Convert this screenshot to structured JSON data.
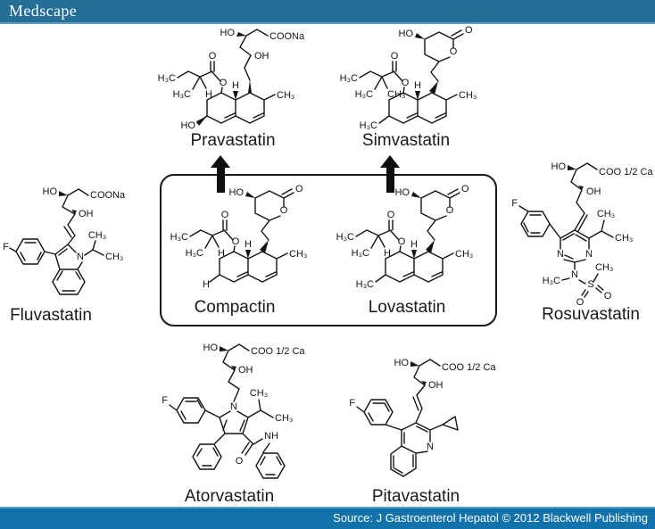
{
  "header": {
    "brand": "Medscape"
  },
  "footer": {
    "source_text": "Source: J Gastroenterol Hepatol © 2012 Blackwell Publishing"
  },
  "colors": {
    "header_bg": "#256f96",
    "footer_bg": "#1173a9",
    "footer_edge": "#51a0c6",
    "ink": "#141414"
  },
  "diagram": {
    "description_elements": [
      "rounded box groups the natural statins Compactin and Lovastatin",
      "two black up-arrows point from the box to Pravastatin and Simvastatin"
    ]
  },
  "compounds": {
    "pravastatin": {
      "name": "Pravastatin",
      "atoms": [
        "HO",
        "COONa",
        "OH",
        "O",
        "O",
        "H₃C",
        "H₃C",
        "H",
        "H",
        "CH₃",
        "HO"
      ]
    },
    "simvastatin": {
      "name": "Simvastatin",
      "atoms": [
        "HO",
        "O",
        "O",
        "O",
        "O",
        "H₃C",
        "H₃C",
        "CH₃",
        "H",
        "CH₃",
        "H₃C"
      ]
    },
    "compactin": {
      "name": "Compactin",
      "atoms": [
        "HO",
        "O",
        "O",
        "O",
        "O",
        "H₃C",
        "H₃C",
        "H",
        "H",
        "CH₃",
        "H"
      ]
    },
    "lovastatin": {
      "name": "Lovastatin",
      "atoms": [
        "HO",
        "O",
        "O",
        "O",
        "O",
        "H₃C",
        "H₃C",
        "H",
        "H",
        "CH₃",
        "H₃C"
      ]
    },
    "fluvastatin": {
      "name": "Fluvastatin",
      "atoms": [
        "HO",
        "COONa",
        "OH",
        "F",
        "N",
        "CH₃",
        "CH₃"
      ]
    },
    "rosuvastatin": {
      "name": "Rosuvastatin",
      "atoms": [
        "HO",
        "COO 1/2 Ca",
        "OH",
        "F",
        "CH₃",
        "CH₃",
        "N",
        "N",
        "N",
        "H₃C",
        "CH₃",
        "S",
        "O",
        "O"
      ]
    },
    "atorvastatin": {
      "name": "Atorvastatin",
      "atoms": [
        "HO",
        "COO 1/2 Ca",
        "OH",
        "CH₃",
        "CH₃",
        "N",
        "F",
        "O",
        "NH"
      ]
    },
    "pitavastatin": {
      "name": "Pitavastatin",
      "atoms": [
        "HO",
        "COO 1/2 Ca",
        "OH",
        "F",
        "N"
      ]
    }
  }
}
